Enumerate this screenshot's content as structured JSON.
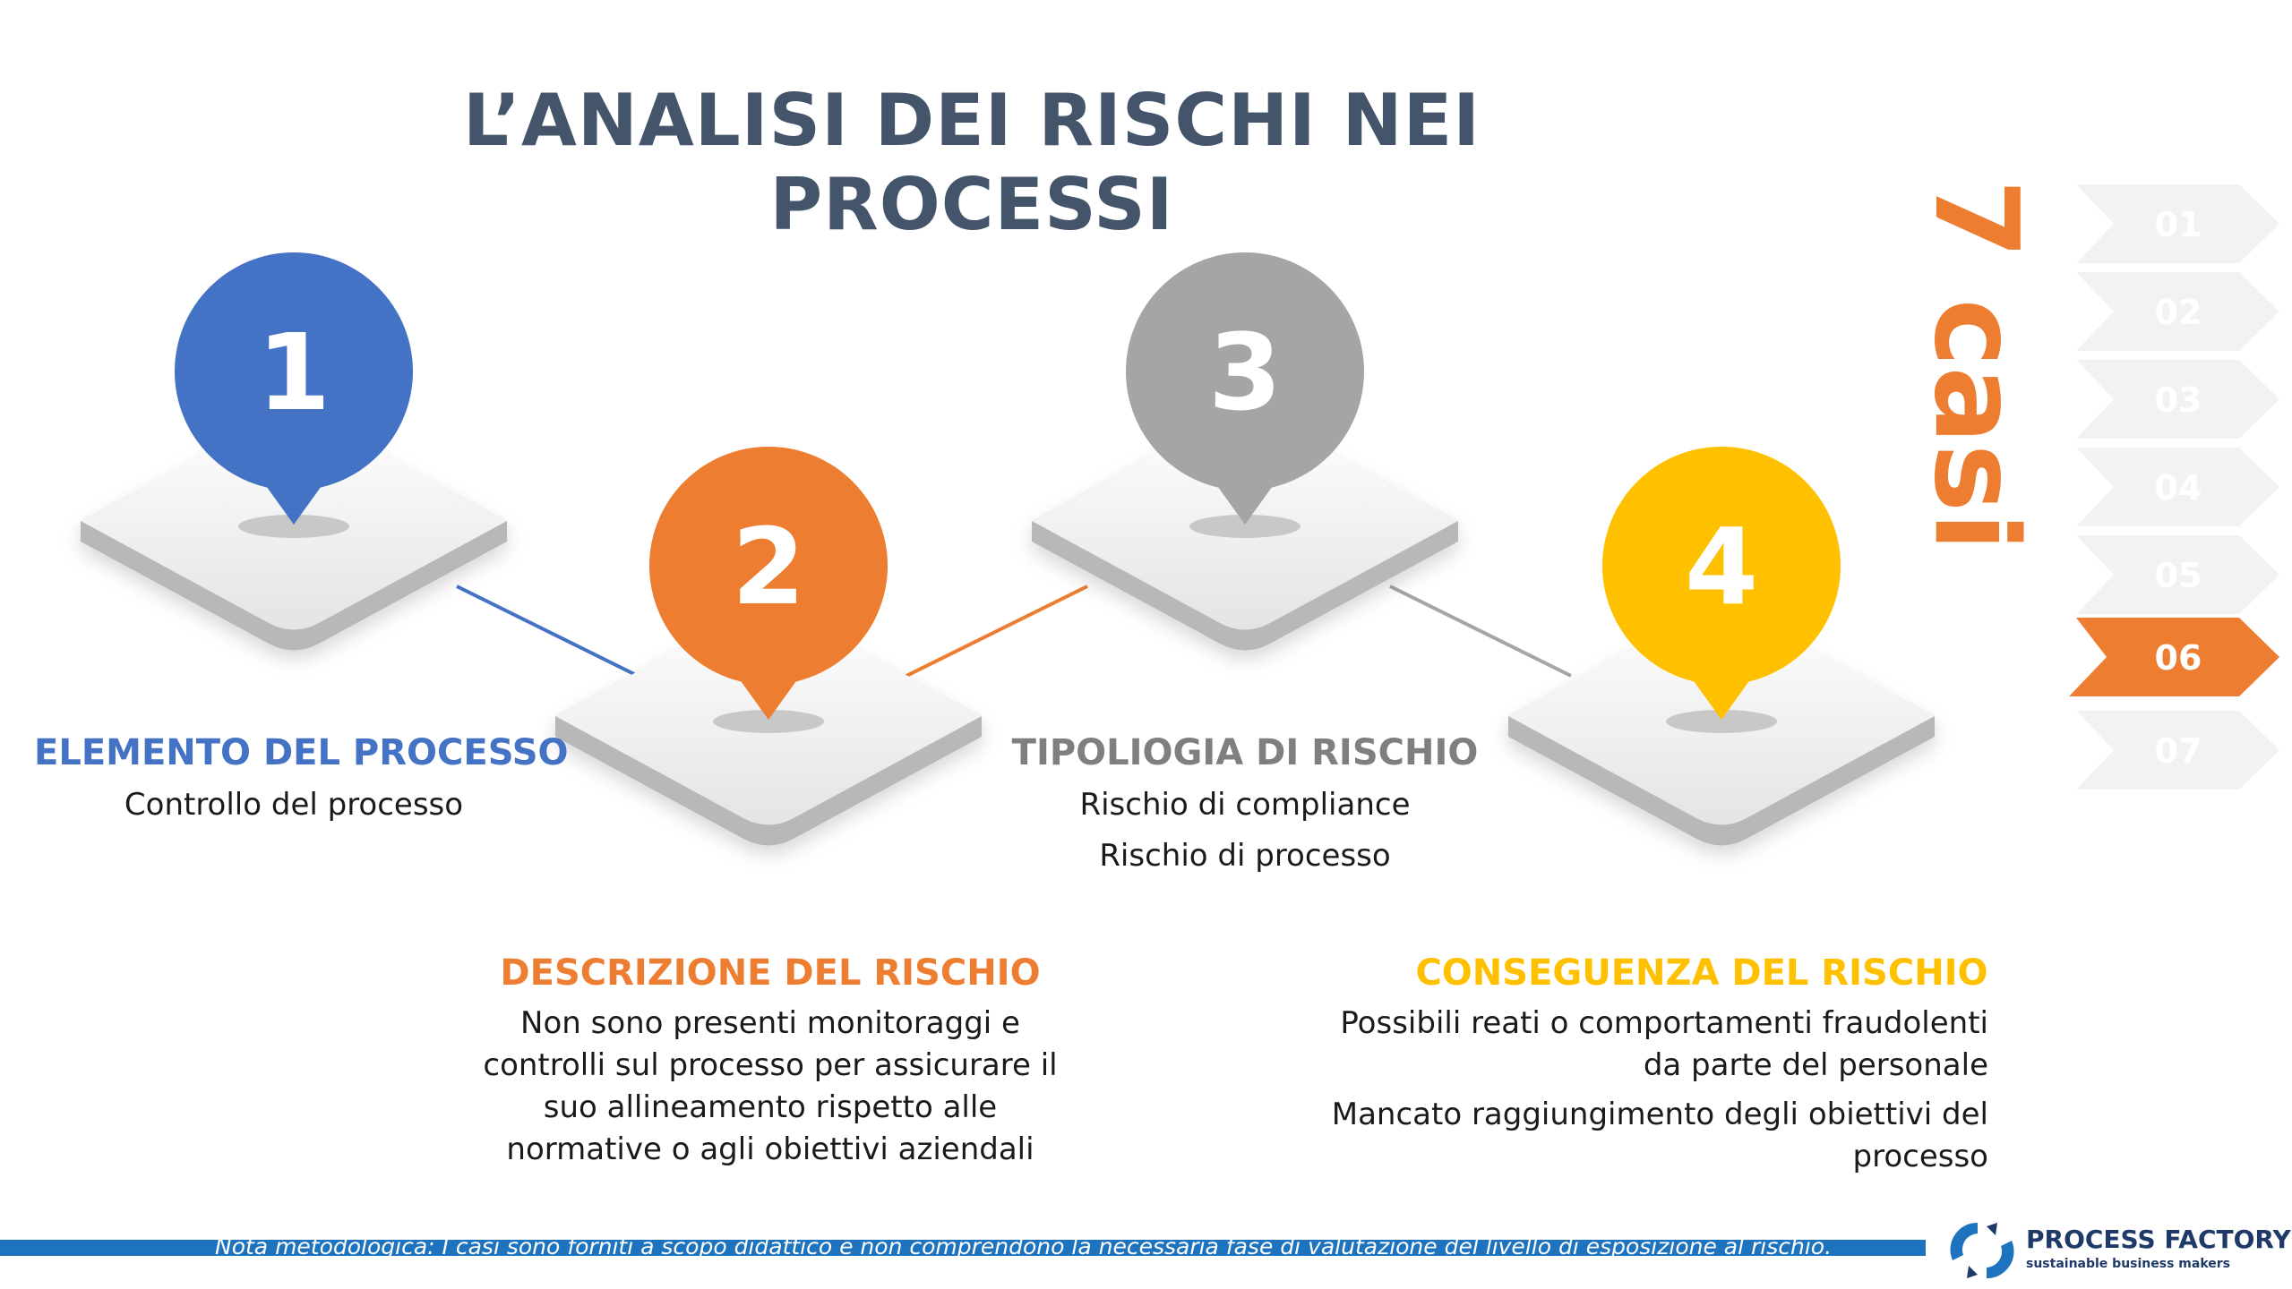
{
  "slide": {
    "title_line1": "L’ANALISI DEI RISCHI NEI",
    "title_line2": "PROCESSI"
  },
  "steps": [
    {
      "number": "1",
      "color": "#4472c4"
    },
    {
      "number": "2",
      "color": "#ed7d31"
    },
    {
      "number": "3",
      "color": "#a5a5a5"
    },
    {
      "number": "4",
      "color": "#ffc000"
    }
  ],
  "sections": {
    "elemento": {
      "heading": "ELEMENTO DEL PROCESSO",
      "text": "Controllo del processo"
    },
    "tipologia": {
      "heading": "TIPOLIOGIA DI RISCHIO",
      "items": [
        "Rischio di compliance",
        "Rischio di processo"
      ]
    },
    "descrizione": {
      "heading": "DESCRIZIONE DEL RISCHIO",
      "lines": [
        "Non sono presenti monitoraggi e",
        "controlli sul processo per assicurare il",
        "suo allineamento rispetto alle",
        "normative o agli obiettivi aziendali"
      ]
    },
    "conseguenza": {
      "heading": "CONSEGUENZA DEL RISCHIO",
      "items": [
        [
          "Possibili reati o comportamenti fraudolenti",
          "da parte del personale"
        ],
        [
          "Mancato raggiungimento degli obiettivi del",
          "processo"
        ]
      ]
    }
  },
  "cases_nav": {
    "label": "7 casi",
    "items": [
      "01",
      "02",
      "03",
      "04",
      "05",
      "06",
      "07"
    ],
    "active": "06",
    "active_color": "#ed7d31"
  },
  "footer": {
    "note": "Nota metodologica: I casi sono forniti a scopo didattico e non comprendono la necessaria fase di valutazione del livello di esposizione al rischio."
  },
  "logo": {
    "name": "PROCESS FACTORY",
    "tagline": "sustainable business makers"
  }
}
